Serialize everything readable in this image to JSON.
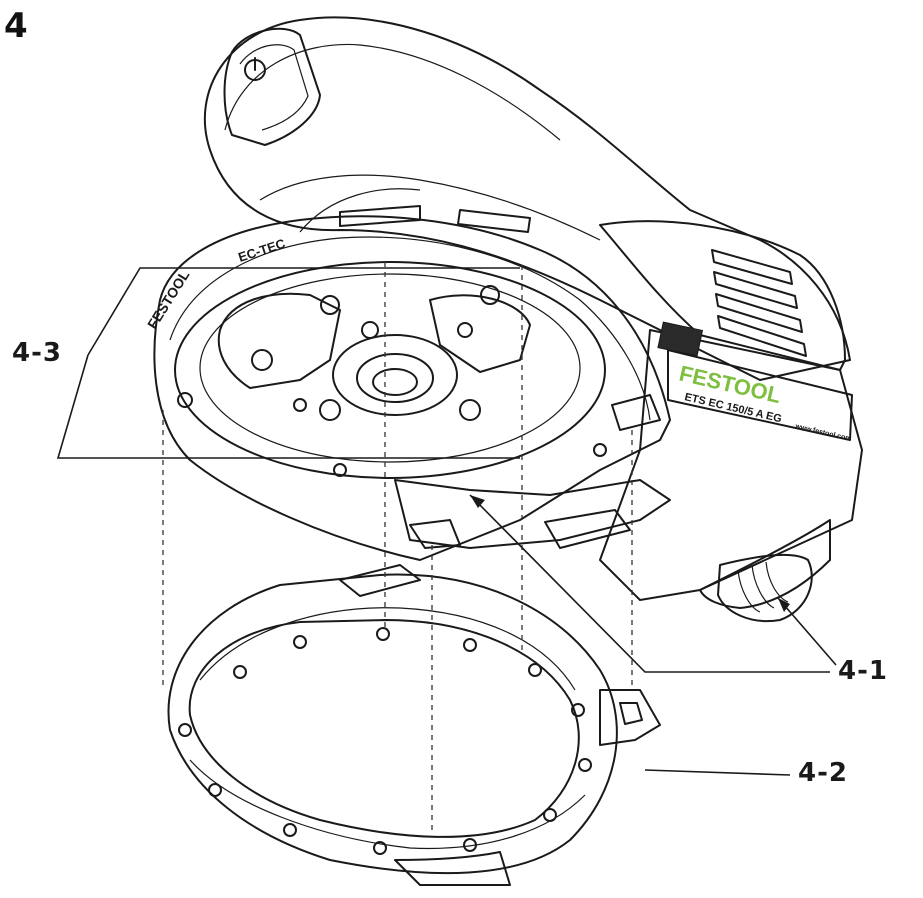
{
  "figure_number": "4",
  "callouts": {
    "c43": "4-3",
    "c41": "4-1",
    "c42": "4-2"
  },
  "tool_labels": {
    "brand": "FESTOOL",
    "model": "ETS EC 150/5 A EG",
    "ectec": "EC-TEC",
    "rim_brand": "FESTOOL",
    "website": "www.festool.com"
  },
  "colors": {
    "brand_green": "#7fbf3f",
    "outline": "#1a1a1a",
    "shade_light": "#eeeeee",
    "shade_mid": "#d6d6d6",
    "shade_dark": "#9a9a9a"
  }
}
